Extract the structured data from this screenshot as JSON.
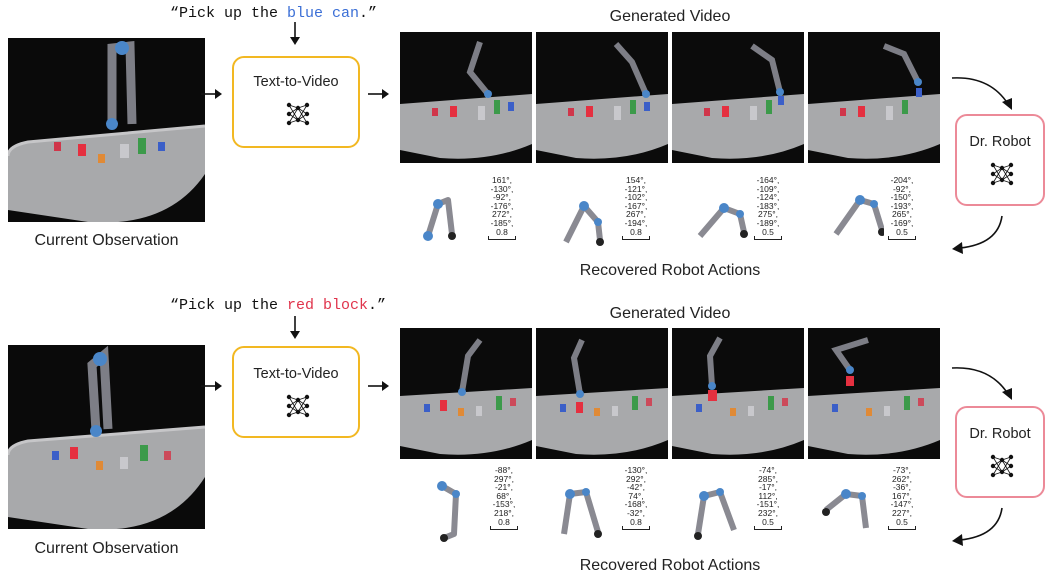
{
  "rows": [
    {
      "prompt_open": "“Pick up the ",
      "prompt_object": "blue can",
      "prompt_close": ".”",
      "object_color": "#3b6fd6",
      "generated_label": "Generated Video",
      "model_label": "Text-to-Video",
      "observation_label": "Current Observation",
      "dr_robot_label": "Dr. Robot",
      "recovered_label": "Recovered Robot Actions",
      "actions": [
        [
          "161°,",
          "-130°,",
          "-92°,",
          "-176°,",
          "272°,",
          "-185°,",
          "0.8"
        ],
        [
          "154°,",
          "-121°,",
          "-102°,",
          "-167°,",
          "267°,",
          "-194°,",
          "0.8"
        ],
        [
          "-164°,",
          "-109°,",
          "-124°,",
          "-183°,",
          "275°,",
          "-189°,",
          "0.5"
        ],
        [
          "-204°,",
          "-92°,",
          "-150°,",
          "-193°,",
          "265°,",
          "-169°,",
          "0.5"
        ]
      ]
    },
    {
      "prompt_open": "“Pick up the ",
      "prompt_object": "red block",
      "prompt_close": ".”",
      "object_color": "#e0344c",
      "generated_label": "Generated Video",
      "model_label": "Text-to-Video",
      "observation_label": "Current Observation",
      "dr_robot_label": "Dr. Robot",
      "recovered_label": "Recovered Robot Actions",
      "actions": [
        [
          "-88°,",
          "297°,",
          "-21°,",
          "68°,",
          "-153°,",
          "218°,",
          "0.8"
        ],
        [
          "-130°,",
          "292°,",
          "-42°,",
          "74°,",
          "-168°,",
          "-32°,",
          "0.8"
        ],
        [
          "-74°,",
          "285°,",
          "-17°,",
          "112°,",
          "-151°,",
          "232°,",
          "0.5"
        ],
        [
          "-73°,",
          "262°,",
          "-36°,",
          "167°,",
          "-147°,",
          "227°,",
          "0.5"
        ]
      ]
    }
  ],
  "colors": {
    "t2v_border": "#f2b822",
    "dr_robot_border": "#ec8a98",
    "robot_blue": "#4a86c8",
    "robot_gray": "#8a8a92"
  }
}
